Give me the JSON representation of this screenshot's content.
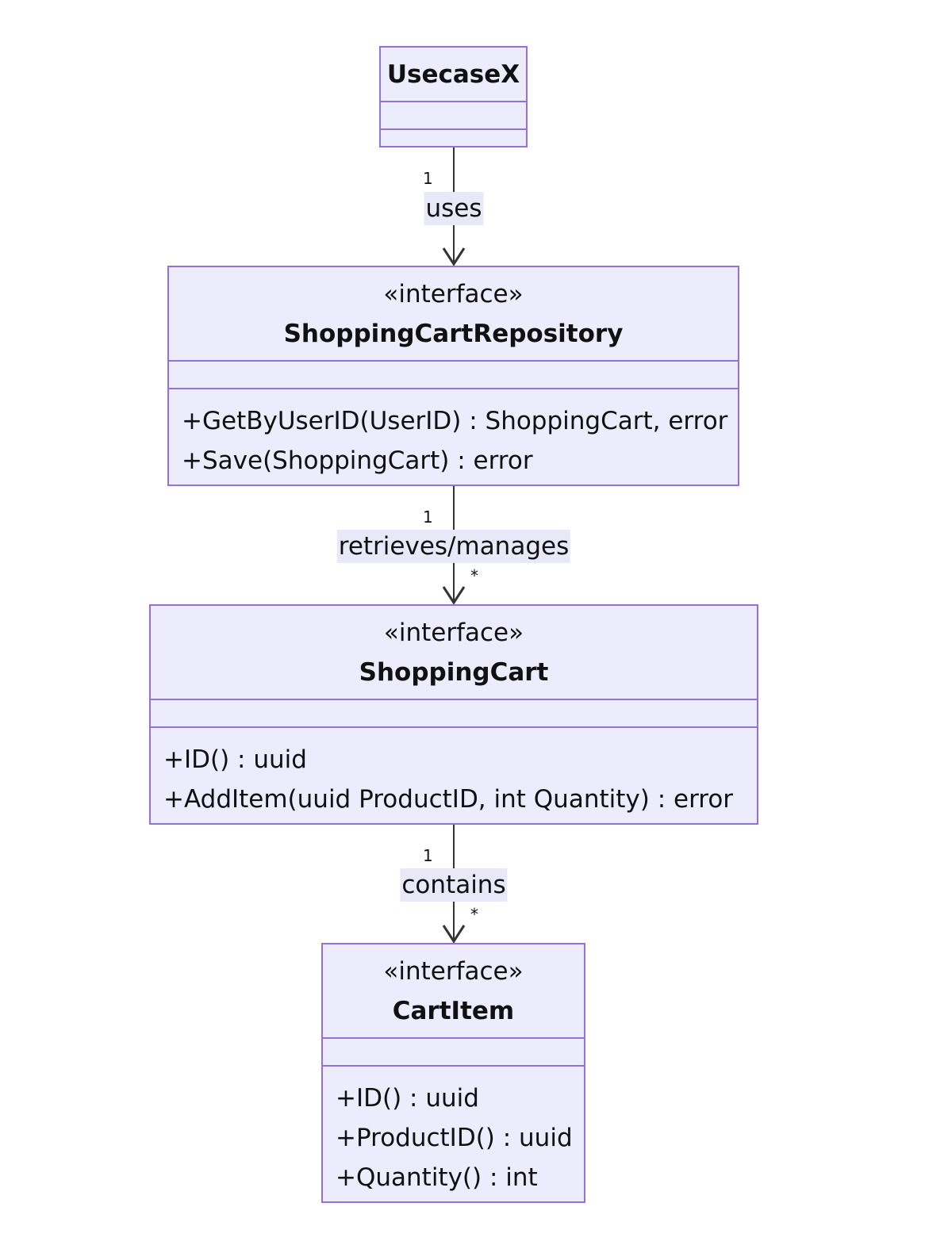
{
  "classes": {
    "usecase": {
      "name": "UsecaseX",
      "methods": []
    },
    "repo": {
      "stereotype": "«interface»",
      "name": "ShoppingCartRepository",
      "methods": [
        "+GetByUserID(UserID) : ShoppingCart, error",
        "+Save(ShoppingCart) : error"
      ]
    },
    "cart": {
      "stereotype": "«interface»",
      "name": "ShoppingCart",
      "methods": [
        "+ID() : uuid",
        "+AddItem(uuid ProductID, int Quantity) : error"
      ]
    },
    "item": {
      "stereotype": "«interface»",
      "name": "CartItem",
      "methods": [
        "+ID() : uuid",
        "+ProductID() : uuid",
        "+Quantity() : int"
      ]
    }
  },
  "relations": [
    {
      "label": "uses",
      "from_mult": "1",
      "to_mult": ""
    },
    {
      "label": "retrieves/manages",
      "from_mult": "1",
      "to_mult": "*"
    },
    {
      "label": "contains",
      "from_mult": "1",
      "to_mult": "*"
    }
  ],
  "colors": {
    "fill": "#ececfc",
    "border": "#9370db",
    "line": "#333333",
    "label_bg": "#e8e8f8"
  }
}
